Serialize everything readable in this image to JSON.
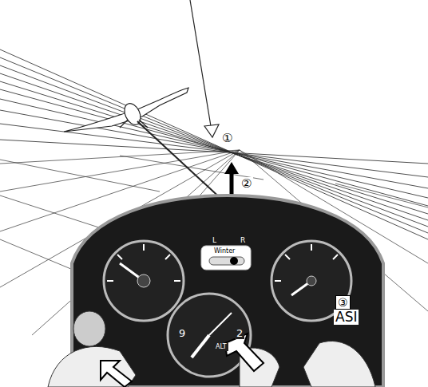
{
  "diagram": {
    "labels": [
      "①",
      "②",
      "Winter",
      "L",
      "R",
      "③",
      "ASI",
      "9",
      "2",
      "ALT"
    ]
  }
}
